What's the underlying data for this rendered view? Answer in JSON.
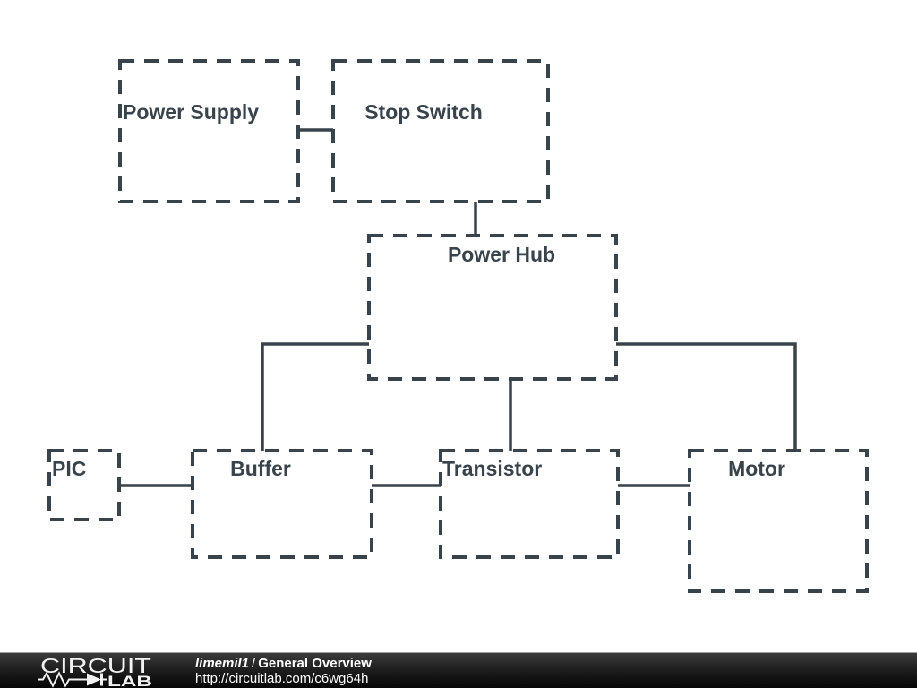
{
  "diagram": {
    "stroke_color": "#39434c",
    "blocks": [
      {
        "id": "power-supply",
        "label": "Power Supply"
      },
      {
        "id": "stop-switch",
        "label": "Stop Switch"
      },
      {
        "id": "power-hub",
        "label": "Power Hub"
      },
      {
        "id": "pic",
        "label": "PIC"
      },
      {
        "id": "buffer",
        "label": "Buffer"
      },
      {
        "id": "transistor",
        "label": "Transistor"
      },
      {
        "id": "motor",
        "label": "Motor"
      }
    ],
    "connections": [
      {
        "from": "Power Supply",
        "to": "Stop Switch"
      },
      {
        "from": "Stop Switch",
        "to": "Power Hub"
      },
      {
        "from": "Power Hub",
        "to": "Buffer"
      },
      {
        "from": "Power Hub",
        "to": "Transistor"
      },
      {
        "from": "Power Hub",
        "to": "Motor"
      },
      {
        "from": "PIC",
        "to": "Buffer"
      },
      {
        "from": "Buffer",
        "to": "Transistor"
      },
      {
        "from": "Transistor",
        "to": "Motor"
      }
    ]
  },
  "footer": {
    "logo_top": "CIRCUIT",
    "logo_bottom": "LAB",
    "author": "limemil1",
    "separator": "/",
    "title": "General Overview",
    "url": "http://circuitlab.com/c6wg64h"
  }
}
